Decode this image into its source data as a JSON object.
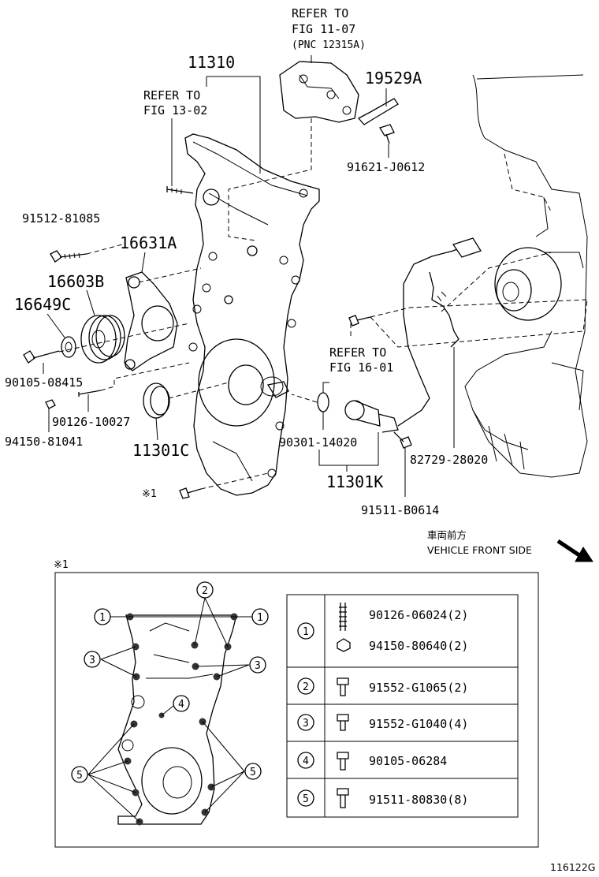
{
  "refs": {
    "fig_11_07": [
      "REFER TO",
      "FIG 11-07",
      "(PNC 12315A)"
    ],
    "fig_13_02": [
      "REFER TO",
      "FIG 13-02"
    ],
    "fig_16_01": [
      "REFER TO",
      "FIG 16-01"
    ]
  },
  "parts": {
    "p11310": "11310",
    "p19529A": "19529A",
    "p91621": "91621-J0612",
    "p91512": "91512-81085",
    "p16631A": "16631A",
    "p16603B": "16603B",
    "p16649C": "16649C",
    "p90105_08415": "90105-08415",
    "p90126_10027": "90126-10027",
    "p94150_81041": "94150-81041",
    "p11301C": "11301C",
    "p90301": "90301-14020",
    "p11301K": "11301K",
    "p82729": "82729-28020",
    "p91511_B0614": "91511-B0614",
    "ref_mark": "※1"
  },
  "orientation": {
    "jp": "車両前方",
    "en": "VEHICLE FRONT SIDE"
  },
  "inset": {
    "mark": "※1",
    "legend": [
      {
        "key": "1",
        "items": [
          "90126-06024(2)",
          "94150-80640(2)"
        ]
      },
      {
        "key": "2",
        "items": [
          "91552-G1065(2)"
        ]
      },
      {
        "key": "3",
        "items": [
          "91552-G1040(4)"
        ]
      },
      {
        "key": "4",
        "items": [
          "90105-06284"
        ]
      },
      {
        "key": "5",
        "items": [
          "91511-80830(8)"
        ]
      }
    ],
    "callouts": [
      "1",
      "1",
      "2",
      "3",
      "3",
      "4",
      "5",
      "5"
    ]
  },
  "figure_id": "116122G"
}
